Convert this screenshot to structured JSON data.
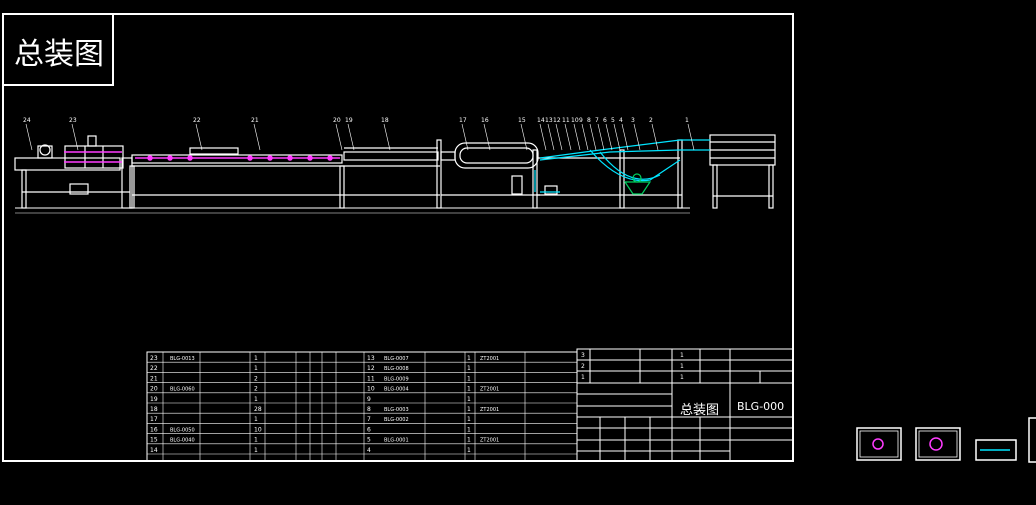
{
  "drawing": {
    "title": "总装图",
    "title_block": {
      "name": "总装图",
      "code": "BLG-000"
    }
  },
  "part_callouts": [
    "24",
    "23",
    "22",
    "21",
    "20",
    "19",
    "18",
    "17",
    "16",
    "15",
    "14",
    "13",
    "12",
    "11",
    "10",
    "9",
    "8",
    "7",
    "6",
    "5",
    "4",
    "3",
    "2",
    "1"
  ],
  "bom_left": [
    {
      "no": "23",
      "code": "BLG-0013",
      "name": "",
      "qty": "1"
    },
    {
      "no": "22",
      "code": "",
      "name": "",
      "qty": "1"
    },
    {
      "no": "21",
      "code": "",
      "name": "",
      "qty": "2"
    },
    {
      "no": "20",
      "code": "BLG-0060",
      "name": "",
      "qty": "2"
    },
    {
      "no": "19",
      "code": "",
      "name": "",
      "qty": "1"
    },
    {
      "no": "18",
      "code": "",
      "name": "",
      "qty": "28"
    },
    {
      "no": "17",
      "code": "",
      "name": "",
      "qty": "1"
    },
    {
      "no": "16",
      "code": "BLG-0050",
      "name": "",
      "qty": "10"
    },
    {
      "no": "15",
      "code": "BLG-0040",
      "name": "",
      "qty": "1"
    },
    {
      "no": "14",
      "code": "",
      "name": "",
      "qty": "1"
    }
  ],
  "bom_right": [
    {
      "no": "13",
      "code": "BLG-0007",
      "qty": "1",
      "material": "ZT2001"
    },
    {
      "no": "12",
      "code": "BLG-0008",
      "qty": "1",
      "material": ""
    },
    {
      "no": "11",
      "code": "BLG-0009",
      "qty": "1",
      "material": ""
    },
    {
      "no": "10",
      "code": "BLG-0004",
      "qty": "1",
      "material": "ZT2001"
    },
    {
      "no": "9",
      "code": "",
      "qty": "1",
      "material": ""
    },
    {
      "no": "8",
      "code": "BLG-0003",
      "qty": "1",
      "material": "ZT2001"
    },
    {
      "no": "7",
      "code": "BLG-0002",
      "qty": "1",
      "material": ""
    },
    {
      "no": "6",
      "code": "",
      "qty": "1",
      "material": ""
    },
    {
      "no": "5",
      "code": "BLG-0001",
      "qty": "1",
      "material": "ZT2001"
    },
    {
      "no": "4",
      "code": "",
      "qty": "1",
      "material": ""
    }
  ],
  "bom_top": [
    {
      "no": "3",
      "qty": "1"
    },
    {
      "no": "2",
      "qty": "1"
    },
    {
      "no": "1",
      "qty": "1"
    }
  ],
  "colors": {
    "background": "#000000",
    "line": "#ffffff",
    "accent_cyan": "#00e5ff",
    "accent_magenta": "#ff3cff",
    "accent_green": "#00d060"
  }
}
